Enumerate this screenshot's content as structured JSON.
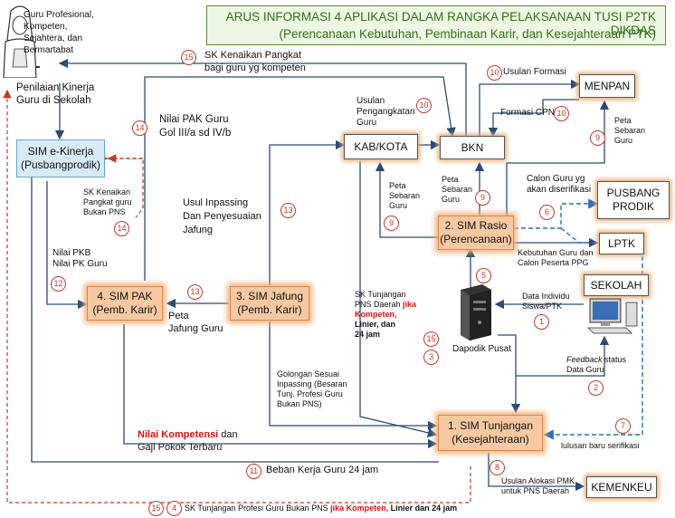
{
  "title": {
    "line1": "ARUS INFORMASI 4 APLIKASI DALAM RANGKA PELAKSANAAN TUSI P2TK DIKDAS",
    "line2": "(Perencanaan Kebutuhan, Pembinaan Karir, dan Kesejahteraan PTK)"
  },
  "teacher_goal": [
    "Guru Profesional,",
    "Kompeten,",
    "Sejahtera, dan",
    "Bermartabat"
  ],
  "nodes": {
    "sim_ekinerja": [
      "SIM e-Kinerja",
      "(Pusbangprodik)"
    ],
    "kab_kota": "KAB/KOTA",
    "bkn": "BKN",
    "menpan": "MENPAN",
    "pusbang": [
      "PUSBANG",
      "PRODIK"
    ],
    "lptk": "LPTK",
    "sekolah": "SEKOLAH",
    "kemenkeu": "KEMENKEU",
    "sim_rasio": [
      "2. SIM Rasio",
      "(Perencanaan)"
    ],
    "sim_pak": [
      "4. SIM  PAK",
      "(Pemb. Karir)"
    ],
    "sim_jafung": [
      "3. SIM Jafung",
      "(Pemb. Karir)"
    ],
    "sim_tunjangan": [
      "1. SIM  Tunjangan",
      "(Kesejahteraan)"
    ],
    "dapodik": "Dapodik Pusat"
  },
  "labels": {
    "sk_kenaikan": [
      "SK Kenaikan Pangkat",
      "bagi guru yg kompeten"
    ],
    "penilaian": [
      "Penilaian Kinerja",
      "Guru di Sekolah"
    ],
    "nilai_pak": [
      "Nilai PAK Guru",
      "Gol III/a sd IV/b"
    ],
    "usulan_pengangkatan": [
      "Usulan",
      "Pengangkatan",
      "Guru"
    ],
    "usulan_formasi": "Usulan Formasi",
    "formasi_cpns": "Formasi CPNS",
    "peta_sebaran_menpan": [
      "Peta",
      "Sebaran",
      "Guru"
    ],
    "peta_sebaran_kab": [
      "Peta",
      "Sebaran",
      "Guru"
    ],
    "peta_sebaran_bkn": [
      "Peta",
      "Sebaran",
      "Guru"
    ],
    "calon_guru": [
      "Calon Guru yg",
      "akan diserifikasi"
    ],
    "kebutuhan_guru": [
      "Kebutuhan Guru dan",
      "Calon Peserta PPG"
    ],
    "sk_kenaikan_bukan_pns": [
      "SK Kenaikan",
      "Pangkat guru",
      "Bukan PNS"
    ],
    "usul_inpassing": [
      "Usul Inpassing",
      "Dan Penyesuaian",
      "Jafung"
    ],
    "nilai_pkb": [
      "Nilai PKB",
      "Nilai PK Guru"
    ],
    "peta_jafung": [
      "Peta",
      "Jafung Guru"
    ],
    "sk_tunjangan_pns_daerah": [
      "SK Tunjangan",
      "PNS Daerah"
    ],
    "sk_tunjangan_jika": "jika",
    "sk_tunjangan_kompeten": "Kompeten,",
    "sk_tunjangan_linier": [
      "Linier, dan",
      "24 jam"
    ],
    "data_individu": [
      "Data Individu",
      "Siswa/PTK"
    ],
    "feedback": "Feedback",
    "feedback_rest": "status",
    "data_guru": "Data Guru",
    "golongan": [
      "Golongan Sesuai",
      "Inpassing (Besaran",
      "Tunj. Profesi Guru",
      "Bukan PNS)"
    ],
    "nilai_kompetensi": "Nilai Kompetensi",
    "nilai_kompetensi_dan": " dan",
    "gaji_pokok": "Gaji Pokok Terbaru",
    "lulusan": "lulusan baru serifikasi",
    "beban_kerja": "Beban Kerja Guru 24 jam",
    "usulan_alokasi": [
      "Usulan Alokasi  PMK",
      "untuk PNS Daerah"
    ],
    "bottom_sk": "SK Tunjangan Profesi Guru Bukan PNS ",
    "bottom_jika": "jika Kompeten, ",
    "bottom_linier": "Linier dan 24 jam"
  },
  "numbers": {
    "n15_top": "15",
    "n10_usulan": "10",
    "n10_formasi": "10",
    "n10_cpns": "10",
    "n14_left": "14",
    "n9_menpan": "9",
    "n9_kab": "9",
    "n9_bkn": "9",
    "n6": "6",
    "n14_ekinerja": "14",
    "n13_inpassing": "13",
    "n12": "12",
    "n13_pak": "13",
    "n5": "5",
    "n1": "1",
    "n15_mid": "15",
    "n3": "3",
    "n2": "2",
    "n7": "7",
    "n11": "11",
    "n8": "8",
    "n15_bottom": "15",
    "n4": "4"
  },
  "colors": {
    "orange_fill": "#f6c9a2",
    "orange_glow": "#f3b07a",
    "blue_fill": "#d6ebf7",
    "title_fill": "#eef7e3",
    "title_text": "#2f6f1a",
    "dashed_red": "#c0392b",
    "dashed_blue": "#2e6eb5",
    "number_red": "#c0392b"
  }
}
